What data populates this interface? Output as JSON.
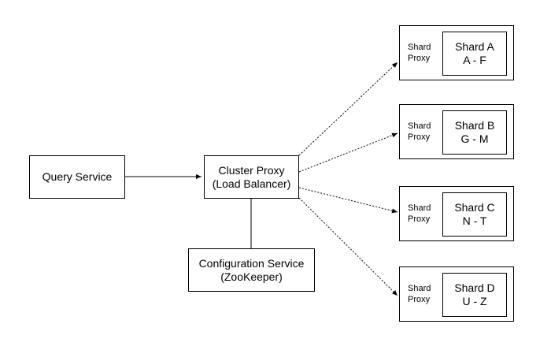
{
  "nodes": {
    "query_service": {
      "lines": [
        "Query Service"
      ]
    },
    "cluster_proxy": {
      "lines": [
        "Cluster Proxy",
        "(Load Balancer)"
      ]
    },
    "config_service": {
      "lines": [
        "Configuration Service",
        "(ZooKeeper)"
      ]
    }
  },
  "shards": [
    {
      "proxy_lines": [
        "Shard",
        "Proxy"
      ],
      "name": "Shard A",
      "range": "A - F"
    },
    {
      "proxy_lines": [
        "Shard",
        "Proxy"
      ],
      "name": "Shard B",
      "range": "G - M"
    },
    {
      "proxy_lines": [
        "Shard",
        "Proxy"
      ],
      "name": "Shard C",
      "range": "N - T"
    },
    {
      "proxy_lines": [
        "Shard",
        "Proxy"
      ],
      "name": "Shard D",
      "range": "U - Z"
    }
  ],
  "colors": {
    "stroke": "#000000",
    "background": "#ffffff"
  }
}
